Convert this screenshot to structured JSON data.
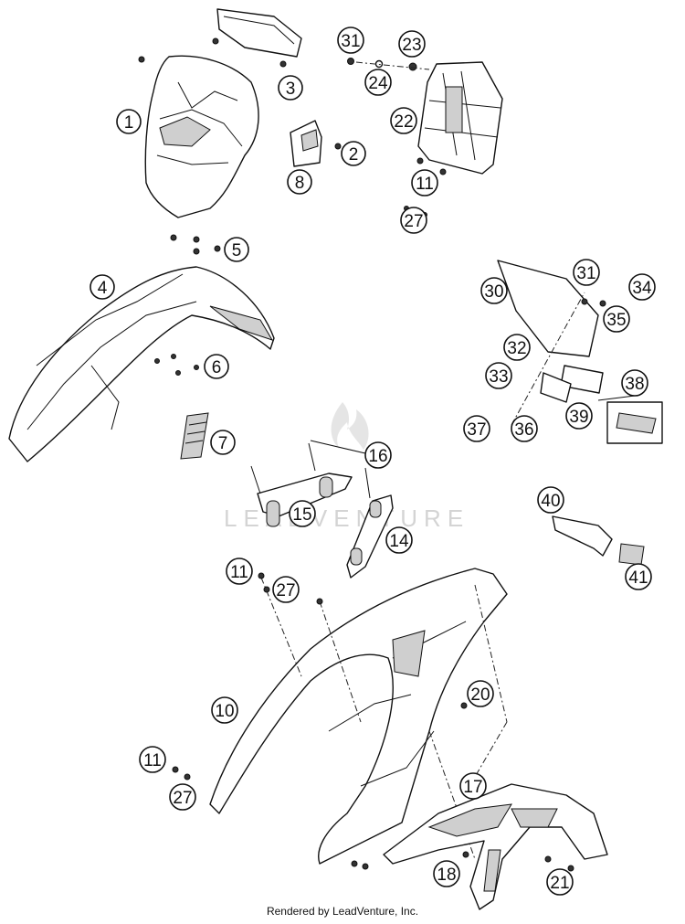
{
  "watermark": "LEADVENTURE",
  "footer_text": "Rendered by LeadVenture, Inc.",
  "callouts": [
    "1",
    "2",
    "3",
    "4",
    "5",
    "6",
    "7",
    "8",
    "10",
    "11",
    "11",
    "11",
    "14",
    "15",
    "16",
    "17",
    "18",
    "20",
    "21",
    "22",
    "23",
    "24",
    "27",
    "27",
    "27",
    "30",
    "31",
    "31",
    "32",
    "33",
    "34",
    "35",
    "36",
    "37",
    "38",
    "39",
    "40",
    "41"
  ]
}
